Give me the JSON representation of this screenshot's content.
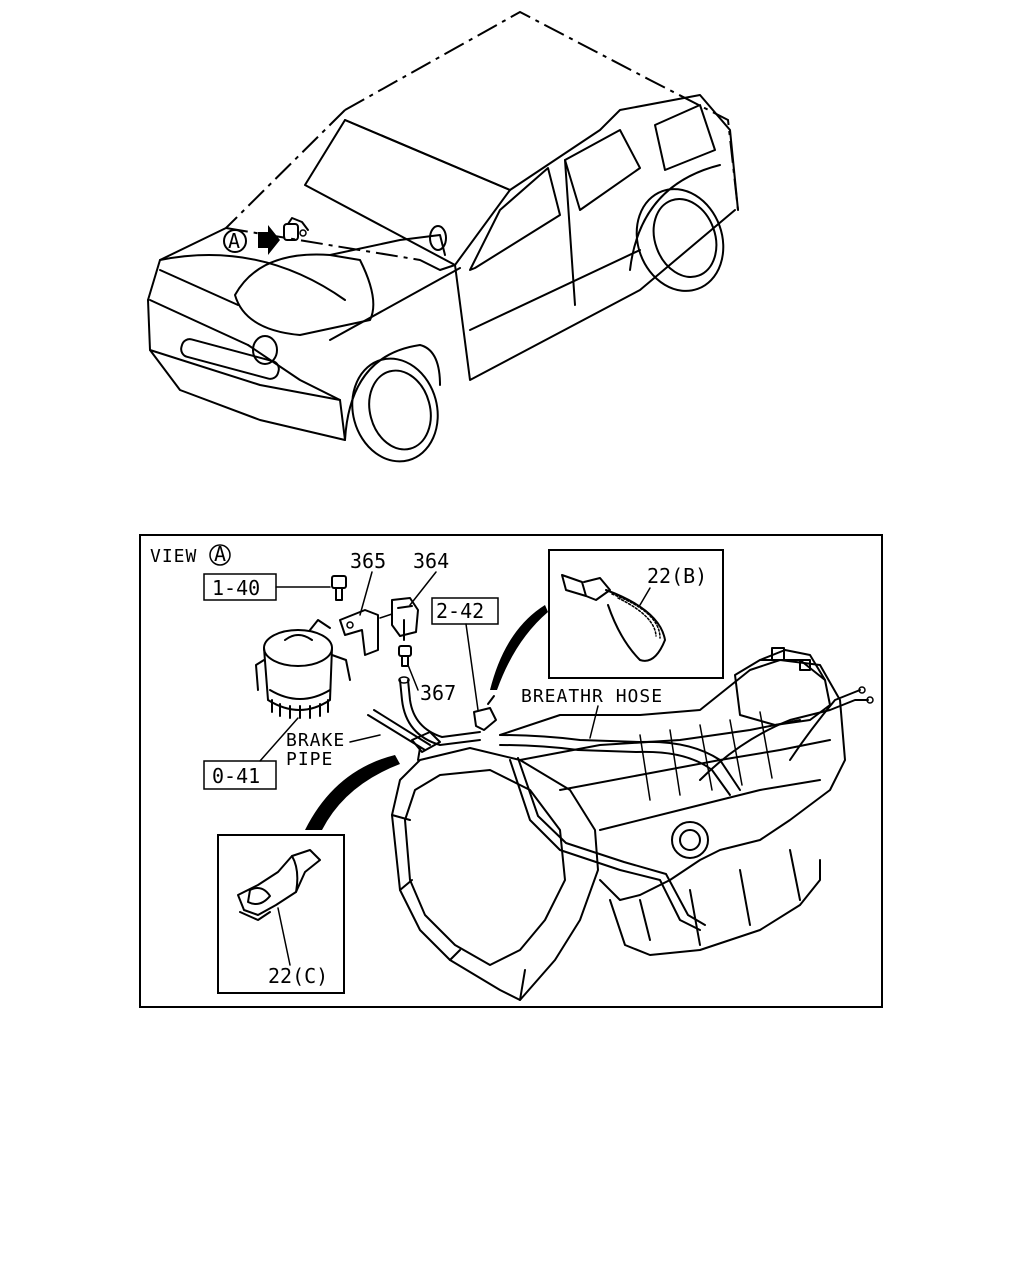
{
  "view_marker": "A",
  "view_title": "VIEW",
  "labels": {
    "part_365": "365",
    "part_364": "364",
    "part_367": "367",
    "ref_1_40": "1-40",
    "ref_2_42": "2-42",
    "ref_0_41": "0-41",
    "clamp_b": "22(B)",
    "clamp_c": "22(C)",
    "breather_hose": "BREATHR HOSE",
    "brake_line1": "BRAKE",
    "brake_line2": "PIPE"
  }
}
